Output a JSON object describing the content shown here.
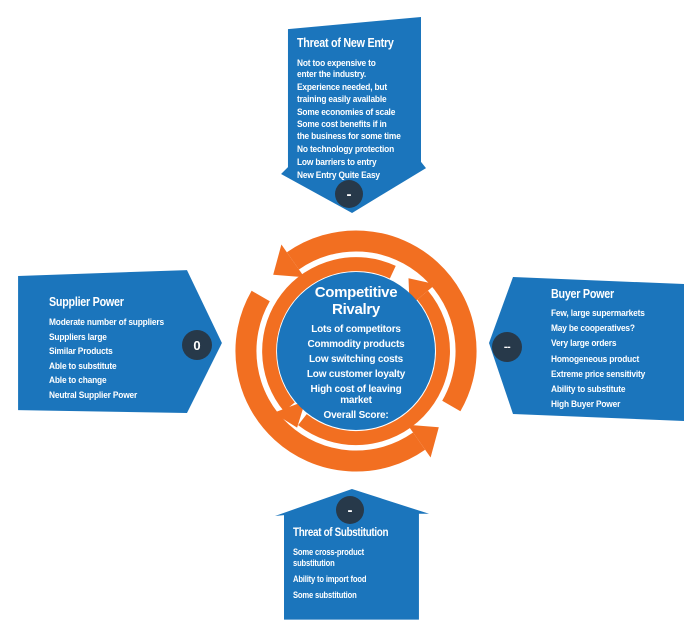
{
  "colors": {
    "blue": "#1B75BC",
    "orange": "#F26F21",
    "navy": "#27394A",
    "text": "#FFFFFF"
  },
  "top_box": {
    "heading": "Threat of New Entry",
    "items": [
      "Not too expensive to\nenter the industry.",
      "Experience needed, but\ntraining easily available",
      "Some economies of scale",
      "Some cost benefits if in\nthe business for some time",
      "No technology protection",
      "Low barriers to entry",
      "New Entry Quite Easy"
    ],
    "badge": "-"
  },
  "left_box": {
    "heading": "Supplier Power",
    "items": [
      "Moderate number of suppliers",
      "Suppliers large",
      "Similar Products",
      "Able to substitute",
      "Able to change",
      "Neutral Supplier Power"
    ],
    "badge": "0"
  },
  "right_box": {
    "heading": "Buyer Power",
    "items": [
      "Few, large supermarkets",
      "May be cooperatives?",
      "Very large orders",
      "Homogeneous product",
      "Extreme price sensitivity",
      "Ability to substitute",
      "High Buyer Power"
    ],
    "badge": "--"
  },
  "bottom_box": {
    "heading": "Threat of Substitution",
    "items": [
      "Some cross-product substitution",
      "Ability to import food",
      "Some substitution"
    ],
    "badge": "-"
  },
  "center": {
    "heading": "Competitive\nRivalry",
    "items": [
      "Lots of competitors",
      "Commodity products",
      "Low switching costs",
      "Low customer loyalty",
      "High cost of leaving\nmarket",
      "Overall Score:"
    ]
  }
}
